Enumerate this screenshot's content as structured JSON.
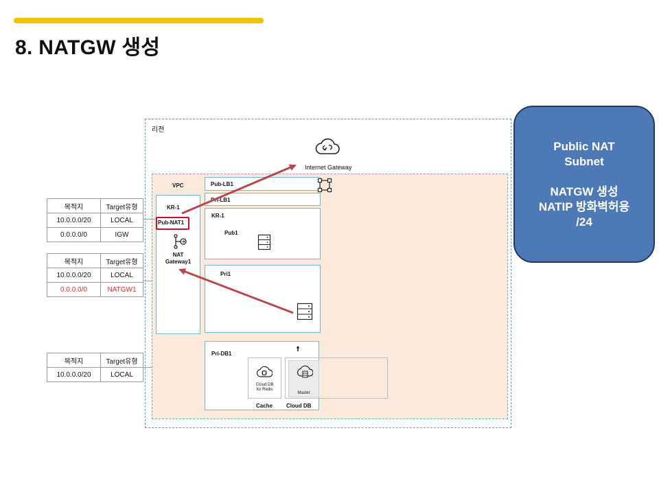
{
  "slide": {
    "title": "8. NATGW 생성"
  },
  "region": {
    "label": "리전"
  },
  "igw": {
    "label": "Internet Gateway"
  },
  "vpc": {
    "label": "VPC"
  },
  "left_zone": {
    "az": "KR-1",
    "subnet": "Pub-NAT1",
    "nat_label_line1": "NAT",
    "nat_label_line2": "Gateway1"
  },
  "subnets": {
    "pub_lb": "Pub-LB1",
    "pri_lb": "Pri-LB1",
    "az": "KR-1",
    "pub": "Pub1",
    "pri": "Pri1",
    "pri_db": "Pri-DB1"
  },
  "db": {
    "redis_line1": "Cloud DB",
    "redis_line2": "for Redis",
    "master": "Master",
    "cache": "Cache",
    "clouddb": "Cloud DB"
  },
  "route_tables": [
    {
      "headers": [
        "목적지",
        "Target유형"
      ],
      "rows": [
        [
          "10.0.0.0/20",
          "LOCAL"
        ],
        [
          "0.0.0.0/0",
          "IGW"
        ]
      ]
    },
    {
      "headers": [
        "목적지",
        "Target유형"
      ],
      "rows": [
        [
          "10.0.0.0/20",
          "LOCAL"
        ],
        [
          "0.0.0.0/0",
          "NATGW1"
        ]
      ]
    },
    {
      "headers": [
        "목적지",
        "Target유형"
      ],
      "rows": [
        [
          "10.0.0.0/20",
          "LOCAL"
        ]
      ]
    }
  ],
  "callout": {
    "line1": "Public NAT",
    "line2": "Subnet",
    "line3": "NATGW 생성",
    "line4": "NATIP 방화벽허용",
    "line5": "/24"
  },
  "colors": {
    "accent_bar": "#f5c000",
    "arrow": "#b8474b",
    "highlight": "#c8102e",
    "callout_bg": "#4d79b6",
    "vpc_bg": "#fbe9dc"
  }
}
